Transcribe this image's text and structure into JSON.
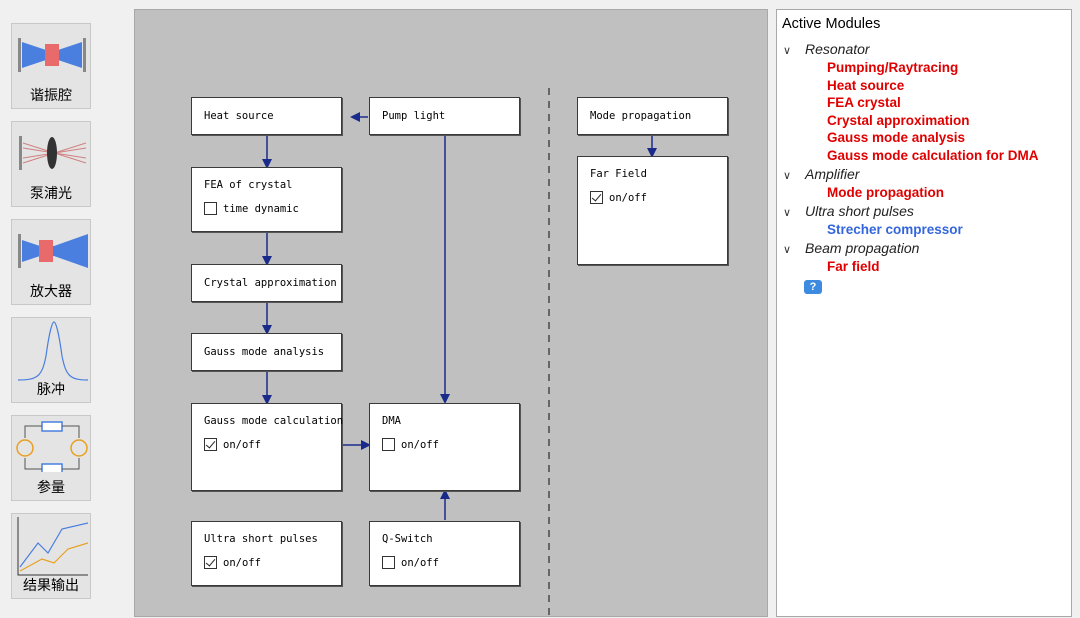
{
  "toolbar": [
    {
      "label": "谐振腔",
      "icon": "resonator-icon"
    },
    {
      "label": "泵浦光",
      "icon": "pump-lens-icon"
    },
    {
      "label": "放大器",
      "icon": "amplifier-icon"
    },
    {
      "label": "脉冲",
      "icon": "pulse-icon"
    },
    {
      "label": "参量",
      "icon": "parametric-icon"
    },
    {
      "label": "结果输出",
      "icon": "results-chart-icon"
    }
  ],
  "canvas": {
    "boxes": {
      "heat_source": {
        "title": "Heat source"
      },
      "pump_light": {
        "title": "Pump light"
      },
      "fea": {
        "title": "FEA of crystal",
        "checkbox": "time dynamic",
        "checked": false
      },
      "crystal_approx": {
        "title": "Crystal approximation"
      },
      "gauss_analysis": {
        "title": "Gauss mode analysis"
      },
      "gauss_calc": {
        "title": "Gauss mode calculation",
        "checkbox": "on/off",
        "checked": true
      },
      "dma": {
        "title": "DMA",
        "checkbox": "on/off",
        "checked": false
      },
      "ultra_short": {
        "title": "Ultra short pulses",
        "checkbox": "on/off",
        "checked": true
      },
      "qswitch": {
        "title": "Q-Switch",
        "checkbox": "on/off",
        "checked": false
      },
      "mode_prop": {
        "title": "Mode propagation"
      },
      "far_field": {
        "title": "Far Field",
        "checkbox": "on/off",
        "checked": true
      }
    }
  },
  "modules": {
    "title": "Active Modules",
    "groups": [
      {
        "name": "Resonator",
        "items": [
          "Pumping/Raytracing",
          "Heat source",
          "FEA crystal",
          "Crystal approximation",
          "Gauss mode analysis",
          "Gauss mode calculation for DMA"
        ]
      },
      {
        "name": "Amplifier",
        "items": [
          "Mode propagation"
        ]
      },
      {
        "name": "Ultra short pulses",
        "items": [
          "Strecher compressor"
        ]
      },
      {
        "name": "Beam propagation",
        "items": [
          "Far field"
        ]
      }
    ],
    "colors": {
      "active": "#e00000",
      "inactive": "#3366dd"
    },
    "help_icon": "help-icon"
  }
}
